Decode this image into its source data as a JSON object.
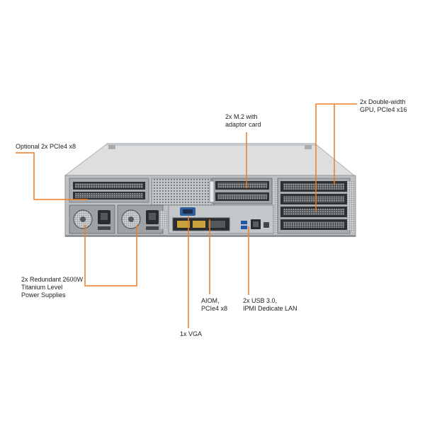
{
  "colors": {
    "leader": "#f07c22",
    "chassis_top": "#d9dbdd",
    "chassis_back": "#b9bcbf",
    "dark_panel": "#2b2d30",
    "text": "#222222"
  },
  "callouts": {
    "gpu": [
      "2x Double-width",
      "GPU, PCIe4 x16"
    ],
    "m2": [
      "2x M.2 with",
      "adaptor card"
    ],
    "pcie": [
      "Optional 2x PCIe4 x8"
    ],
    "psu": [
      "2x Redundant 2600W",
      "Titanium Level",
      "Power Supplies"
    ],
    "aiom": [
      "AIOM,",
      "PCIe4 x8"
    ],
    "usb": [
      "2x USB 3.0,",
      "IPMI Dedicate LAN"
    ],
    "vga": [
      "1x VGA"
    ]
  }
}
